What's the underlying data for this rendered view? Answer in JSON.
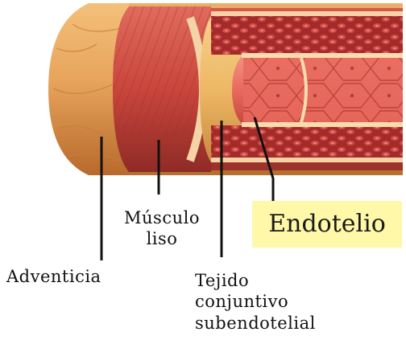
{
  "labels": {
    "adventicia": "Adventicia",
    "musculo_line1": "Músculo",
    "musculo_line2": "liso",
    "tejido_line1": "Tejido",
    "tejido_line2": "conjuntivo",
    "tejido_line3": "subendotelial",
    "endotelio": "Endotelio"
  },
  "colors": {
    "adventitia": "#e3a35b",
    "muscle": "#c9463c",
    "connective": "#f0c070",
    "endothelium": "#e86a5e",
    "blood": "#9c2424",
    "highlight": "#fff8a8"
  }
}
